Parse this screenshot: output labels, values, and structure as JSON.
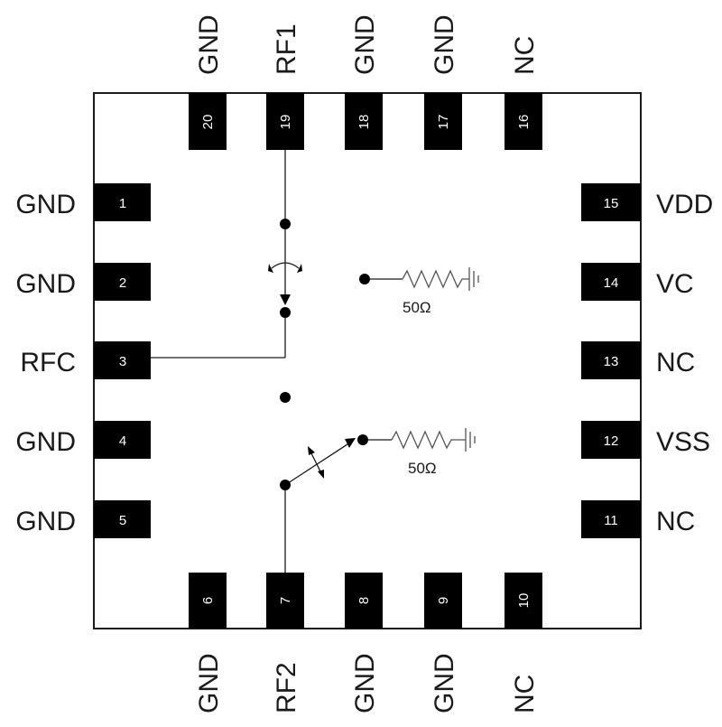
{
  "pins": {
    "p1": {
      "num": "1",
      "label": "GND"
    },
    "p2": {
      "num": "2",
      "label": "GND"
    },
    "p3": {
      "num": "3",
      "label": "RFC"
    },
    "p4": {
      "num": "4",
      "label": "GND"
    },
    "p5": {
      "num": "5",
      "label": "GND"
    },
    "p6": {
      "num": "6",
      "label": "GND"
    },
    "p7": {
      "num": "7",
      "label": "RF2"
    },
    "p8": {
      "num": "8",
      "label": "GND"
    },
    "p9": {
      "num": "9",
      "label": "GND"
    },
    "p10": {
      "num": "10",
      "label": "NC"
    },
    "p11": {
      "num": "11",
      "label": "NC"
    },
    "p12": {
      "num": "12",
      "label": "VSS"
    },
    "p13": {
      "num": "13",
      "label": "NC"
    },
    "p14": {
      "num": "14",
      "label": "VC"
    },
    "p15": {
      "num": "15",
      "label": "VDD"
    },
    "p16": {
      "num": "16",
      "label": "NC"
    },
    "p17": {
      "num": "17",
      "label": "GND"
    },
    "p18": {
      "num": "18",
      "label": "GND"
    },
    "p19": {
      "num": "19",
      "label": "RF1"
    },
    "p20": {
      "num": "20",
      "label": "GND"
    }
  },
  "termination": {
    "upper_resistor": "50Ω",
    "lower_resistor": "50Ω"
  },
  "colors": {
    "pad": "#000000",
    "line": "#1a1a1a",
    "resistor": "#555555"
  }
}
